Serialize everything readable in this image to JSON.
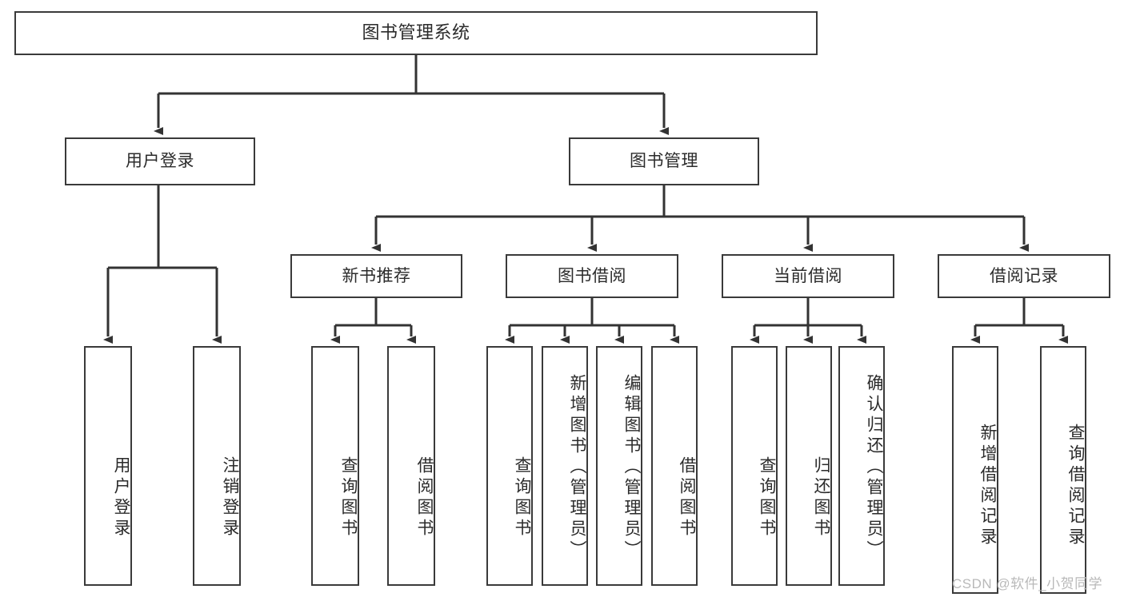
{
  "diagram": {
    "type": "tree-hierarchy-chart",
    "title": "图书管理系统",
    "watermark": "CSDN @软件_小贺同学",
    "colors": {
      "box_border": "#3a3a3a",
      "box_fill": "#ffffff",
      "connector": "#333333",
      "text": "#2b2b2b",
      "watermark": "#b9b9b9",
      "background": "#ffffff"
    }
  },
  "nodes": {
    "root": {
      "label": "图书管理系统"
    },
    "level2": [
      {
        "id": "user-login",
        "label": "用户登录"
      },
      {
        "id": "book-management",
        "label": "图书管理"
      }
    ],
    "level3": [
      {
        "id": "new-book-recommend",
        "label": "新书推荐"
      },
      {
        "id": "book-borrow",
        "label": "图书借阅"
      },
      {
        "id": "current-borrow",
        "label": "当前借阅"
      },
      {
        "id": "borrow-record",
        "label": "借阅记录"
      }
    ],
    "leaves": {
      "user_login": [
        {
          "id": "leaf-user-login",
          "label": "用户登录"
        },
        {
          "id": "leaf-logout-login",
          "label": "注销登录"
        }
      ],
      "new_book_recommend": [
        {
          "id": "leaf-query-book-1",
          "label": "查询图书"
        },
        {
          "id": "leaf-borrow-book-1",
          "label": "借阅图书"
        }
      ],
      "book_borrow": [
        {
          "id": "leaf-query-book-2",
          "label": "查询图书"
        },
        {
          "id": "leaf-add-book-admin",
          "label": "新增图书（管理员）"
        },
        {
          "id": "leaf-edit-book-admin",
          "label": "编辑图书（管理员）"
        },
        {
          "id": "leaf-borrow-book-2",
          "label": "借阅图书"
        }
      ],
      "current_borrow": [
        {
          "id": "leaf-query-book-3",
          "label": "查询图书"
        },
        {
          "id": "leaf-return-book",
          "label": "归还图书"
        },
        {
          "id": "leaf-confirm-return-admin",
          "label": "确认归还（管理员）"
        }
      ],
      "borrow_record": [
        {
          "id": "leaf-add-borrow-record",
          "label": "新增借阅记录"
        },
        {
          "id": "leaf-query-borrow-record",
          "label": "查询借阅记录"
        }
      ]
    }
  }
}
